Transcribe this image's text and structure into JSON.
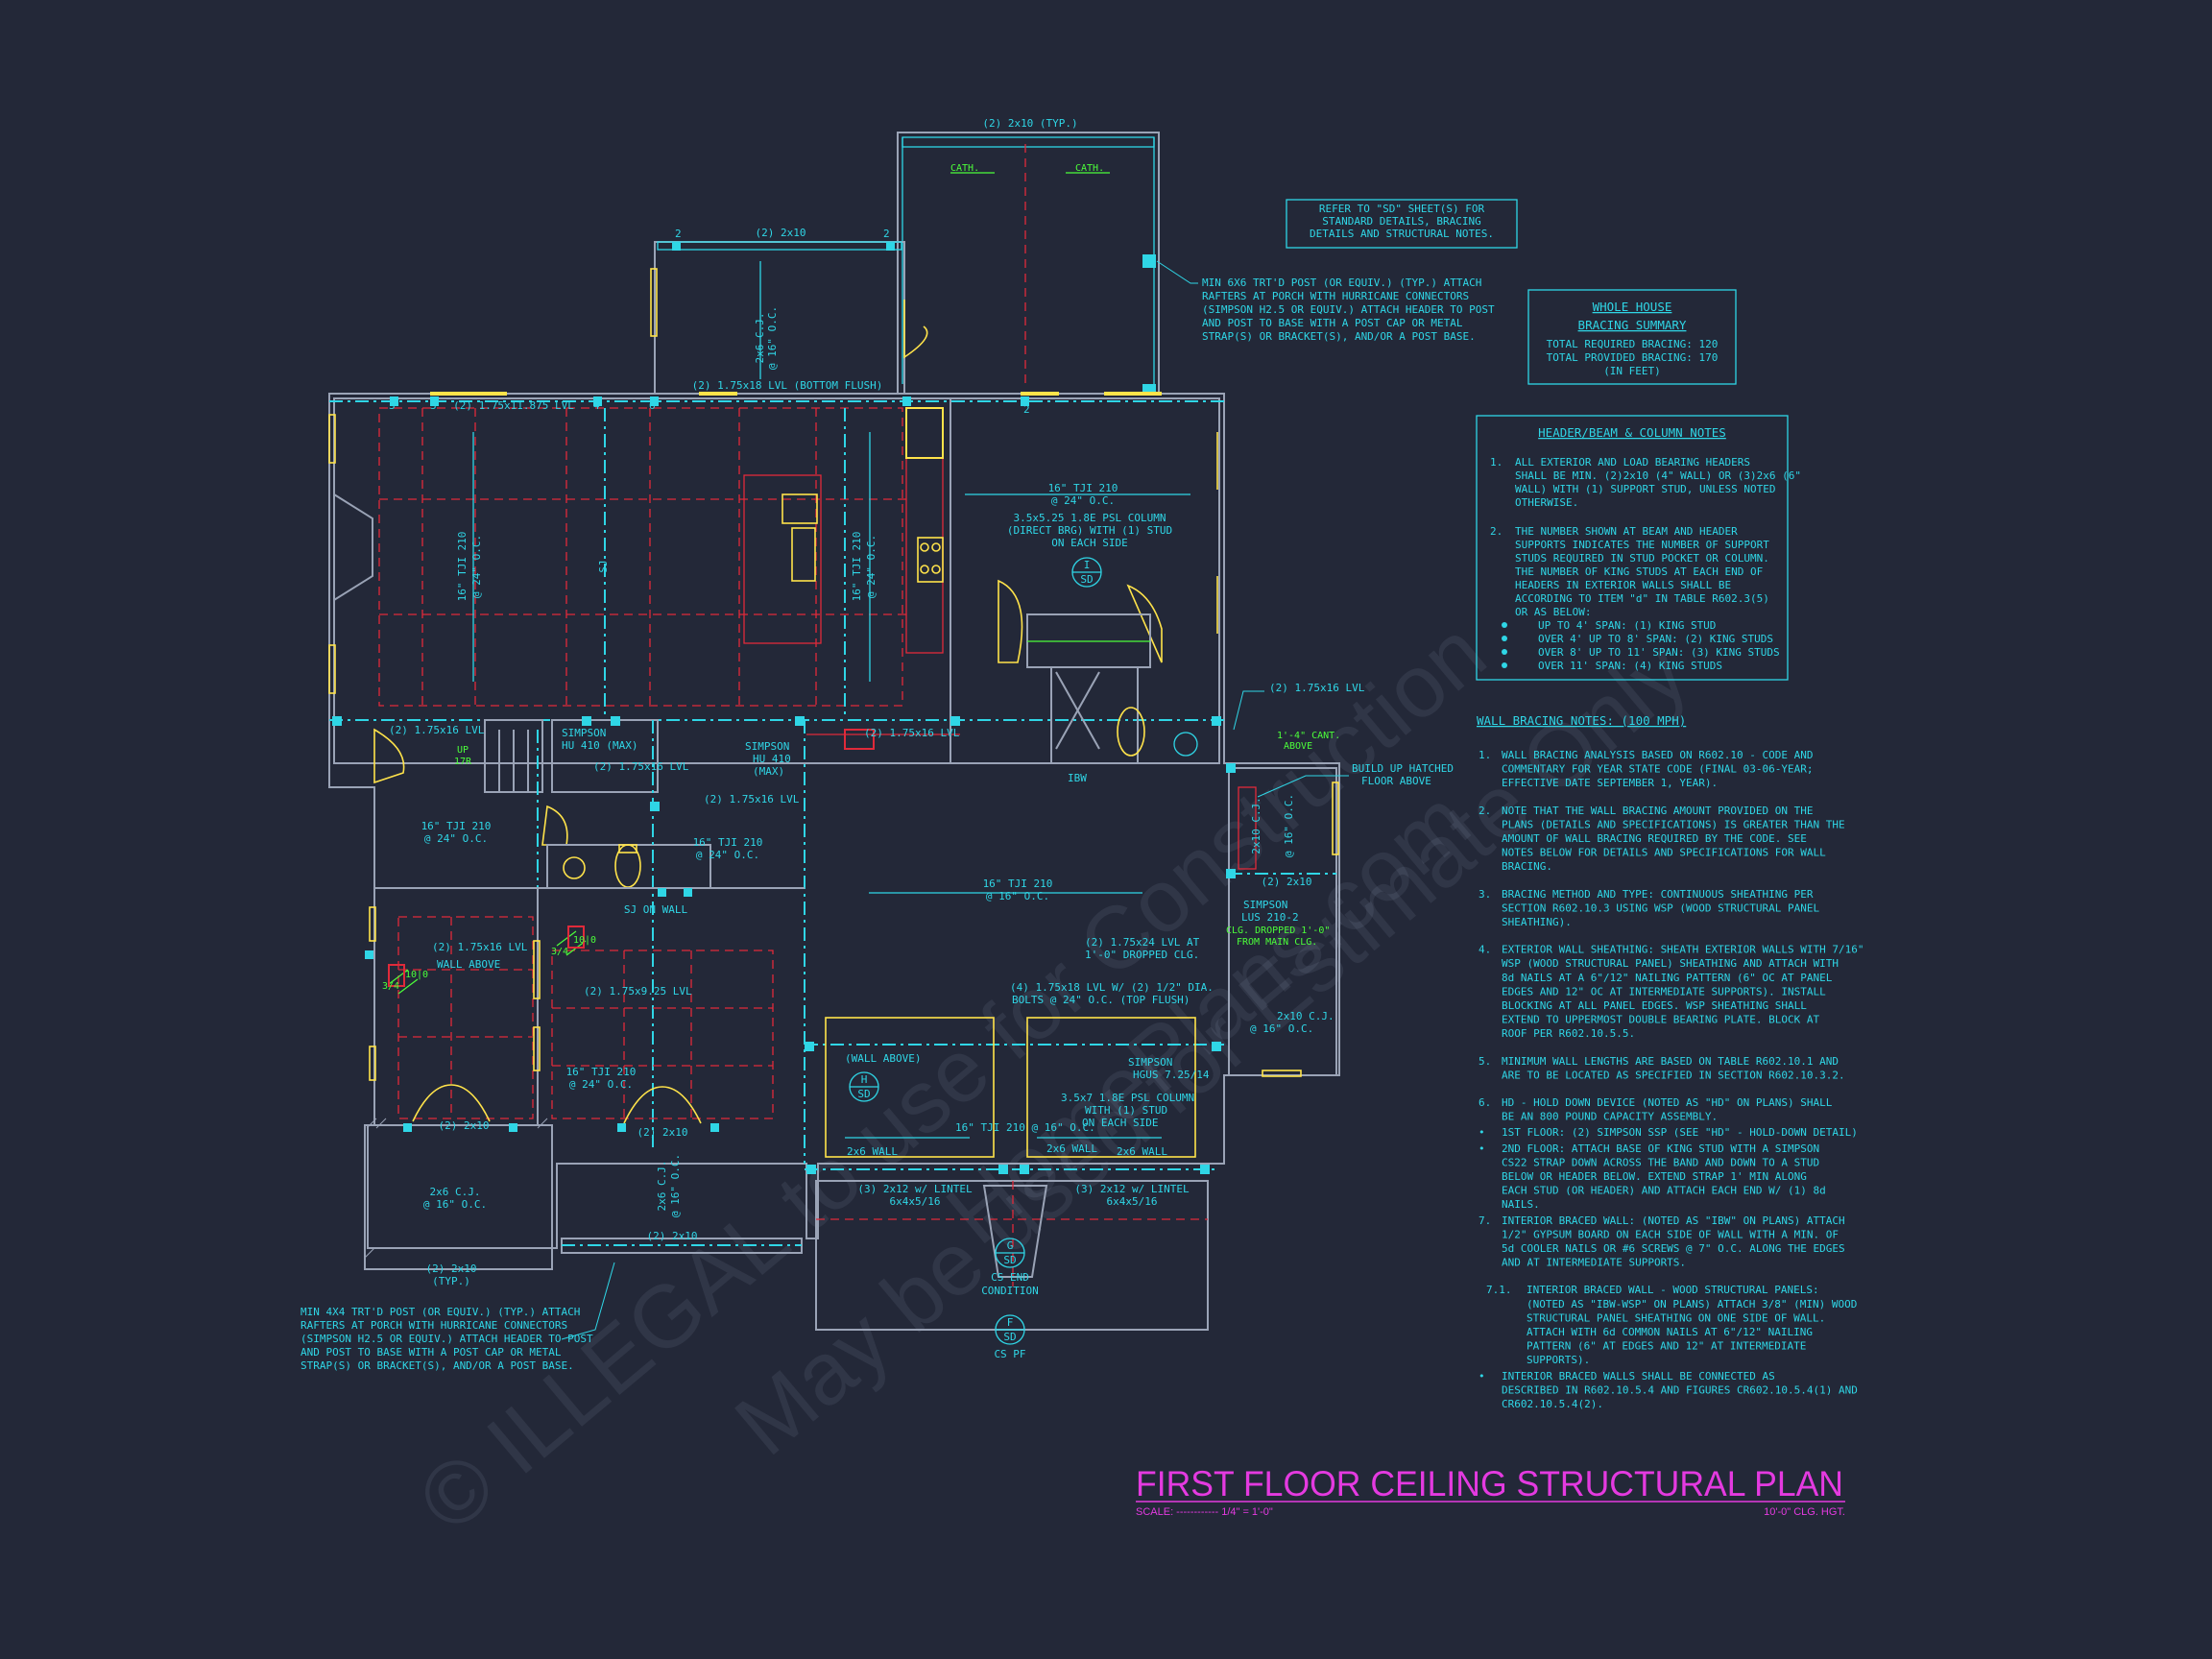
{
  "drawing": {
    "title": "FIRST FLOOR CEILING STRUCTURAL PLAN",
    "scale_label": "SCALE: ------------ 1/4\" = 1'-0\"",
    "ceiling_height": "10'-0\" CLG. HGT."
  },
  "watermark": {
    "line1": "© ILLEGAL to use for Construction",
    "line2": "May be used for Estimate Only",
    "line3": "HomePlans.com"
  },
  "sd_note": [
    "REFER TO \"SD\" SHEET(S) FOR",
    "STANDARD DETAILS, BRACING",
    "DETAILS AND STRUCTURAL NOTES."
  ],
  "bracing_summary": {
    "title_1": "WHOLE HOUSE",
    "title_2": "BRACING SUMMARY",
    "required": "TOTAL REQUIRED BRACING: 120",
    "provided": "TOTAL PROVIDED BRACING: 170",
    "units": "(IN FEET)"
  },
  "header_notes": {
    "title": "HEADER/BEAM & COLUMN NOTES",
    "n1_num": "1.",
    "n1": [
      "ALL EXTERIOR AND LOAD BEARING HEADERS",
      "SHALL BE MIN. (2)2x10 (4\" WALL) OR (3)2x6 (6\"",
      "WALL) WITH (1) SUPPORT STUD, UNLESS NOTED",
      "OTHERWISE."
    ],
    "n2_num": "2.",
    "n2": [
      "THE NUMBER SHOWN AT BEAM AND HEADER",
      "SUPPORTS INDICATES THE NUMBER OF SUPPORT",
      "STUDS REQUIRED IN STUD POCKET OR COLUMN.",
      "THE NUMBER OF KING STUDS AT EACH END OF",
      "HEADERS IN EXTERIOR WALLS SHALL BE",
      "ACCORDING TO ITEM \"d\" IN TABLE R602.3(5)",
      "OR AS BELOW:"
    ],
    "bullets": [
      "UP TO 4' SPAN: (1) KING STUD",
      "OVER 4' UP TO 8' SPAN: (2) KING STUDS",
      "OVER 8' UP TO 11' SPAN: (3) KING STUDS",
      "OVER 11' SPAN: (4) KING STUDS"
    ]
  },
  "wall_notes": {
    "title": "WALL BRACING NOTES: (100 MPH)",
    "items": [
      {
        "num": "1.",
        "lines": [
          "WALL BRACING ANALYSIS BASED ON R602.10 - CODE AND",
          "COMMENTARY FOR YEAR STATE CODE (FINAL 03-06-YEAR;",
          "EFFECTIVE DATE SEPTEMBER 1, YEAR)."
        ]
      },
      {
        "num": "2.",
        "lines": [
          "NOTE THAT THE WALL BRACING AMOUNT PROVIDED ON THE",
          "PLANS (DETAILS AND SPECIFICATIONS) IS GREATER THAN THE",
          "AMOUNT OF WALL BRACING REQUIRED BY THE CODE. SEE",
          "NOTES BELOW FOR DETAILS AND SPECIFICATIONS FOR WALL",
          "BRACING."
        ]
      },
      {
        "num": "3.",
        "lines": [
          "BRACING METHOD AND TYPE: CONTINUOUS SHEATHING PER",
          "SECTION R602.10.3 USING WSP (WOOD STRUCTURAL PANEL",
          "SHEATHING)."
        ]
      },
      {
        "num": "4.",
        "lines": [
          "EXTERIOR WALL SHEATHING: SHEATH EXTERIOR WALLS WITH 7/16\"",
          "WSP (WOOD STRUCTURAL PANEL) SHEATHING AND ATTACH WITH",
          "8d NAILS AT A 6\"/12\" NAILING PATTERN (6\" OC AT PANEL",
          "EDGES AND 12\" OC AT INTERMEDIATE SUPPORTS). INSTALL",
          "BLOCKING AT ALL PANEL EDGES. WSP SHEATHING SHALL",
          "EXTEND TO UPPERMOST DOUBLE BEARING PLATE. BLOCK AT",
          "ROOF PER R602.10.5.5."
        ]
      },
      {
        "num": "5.",
        "lines": [
          "MINIMUM WALL LENGTHS ARE BASED ON TABLE R602.10.1 AND",
          "ARE TO BE LOCATED AS SPECIFIED IN SECTION R602.10.3.2."
        ]
      },
      {
        "num": "6.",
        "lines": [
          "HD - HOLD DOWN DEVICE (NOTED AS \"HD\" ON PLANS) SHALL",
          "BE AN 800 POUND CAPACITY ASSEMBLY."
        ]
      },
      {
        "num": "•",
        "lines": [
          "1ST FLOOR: (2) SIMPSON SSP (SEE \"HD\" - HOLD-DOWN DETAIL)"
        ]
      },
      {
        "num": "•",
        "lines": [
          "2ND FLOOR: ATTACH BASE OF KING STUD WITH A SIMPSON",
          "CS22 STRAP DOWN ACROSS THE BAND AND DOWN TO A STUD",
          "BELOW OR HEADER BELOW. EXTEND STRAP 1' MIN ALONG",
          "EACH STUD (OR HEADER) AND ATTACH EACH END W/ (1) 8d",
          "NAILS."
        ]
      },
      {
        "num": "7.",
        "lines": [
          "INTERIOR BRACED WALL: (NOTED AS \"IBW\" ON PLANS) ATTACH",
          "1/2\" GYPSUM BOARD ON EACH SIDE OF WALL WITH A MIN. OF",
          "5d COOLER NAILS OR #6 SCREWS @ 7\" O.C. ALONG THE EDGES",
          "AND AT INTERMEDIATE SUPPORTS."
        ]
      },
      {
        "num": "7.1.",
        "lines": [
          "INTERIOR BRACED WALL - WOOD STRUCTURAL PANELS:",
          "(NOTED AS \"IBW-WSP\" ON PLANS) ATTACH 3/8\" (MIN) WOOD",
          "STRUCTURAL PANEL SHEATHING ON ONE SIDE OF WALL.",
          "ATTACH WITH 6d COMMON NAILS AT 6\"/12\" NAILING",
          "PATTERN (6\" AT EDGES AND 12\" AT INTERMEDIATE",
          "SUPPORTS)."
        ]
      },
      {
        "num": "•",
        "lines": [
          "INTERIOR BRACED WALLS SHALL BE CONNECTED AS",
          "DESCRIBED IN R602.10.5.4 AND FIGURES CR602.10.5.4(1) AND",
          "CR602.10.5.4(2)."
        ]
      }
    ]
  },
  "porch_notes": {
    "top": [
      "MIN 6X6 TRT'D POST (OR EQUIV.) (TYP.) ATTACH",
      "RAFTERS AT PORCH WITH HURRICANE CONNECTORS",
      "(SIMPSON H2.5 OR EQUIV.) ATTACH HEADER TO POST",
      "AND POST TO BASE WITH A POST CAP OR METAL",
      "STRAP(S) OR BRACKET(S), AND/OR A POST BASE."
    ],
    "bottom": [
      "MIN 4X4 TRT'D POST (OR EQUIV.) (TYP.) ATTACH",
      "RAFTERS AT PORCH WITH HURRICANE CONNECTORS",
      "(SIMPSON H2.5 OR EQUIV.) ATTACH HEADER TO POST",
      "AND POST TO BASE WITH A POST CAP OR METAL",
      "STRAP(S) OR BRACKET(S), AND/OR A POST BASE."
    ]
  },
  "plan_labels": {
    "top_2x10_typ": "(2) 2x10 (TYP.)",
    "cath_l": "CATH.",
    "cath_r": "CATH.",
    "porch_2x10": "(2) 2x10",
    "num_2a": "2",
    "num_2b": "2",
    "num_2c": "2",
    "porch_cj": "2x6 C.J.",
    "porch_cj_oc": "@ 16\" O.C.",
    "lvl_bottom_flush": "(2) 1.75x18 LVL (BOTTOM FLUSH)",
    "lvl_1175": "(2) 1.75x11.875 LVL",
    "num_3a": "3",
    "num_3b": "3",
    "num_4a": "4",
    "num_6a": "6",
    "tji_a": "16\" TJI 210",
    "tji_a_oc": "@ 24\" O.C.",
    "sj": "SJ",
    "tji_b": "16\" TJI 210",
    "tji_b_oc": "@ 24\" O.C.",
    "kitchen_tji": "16\" TJI 210",
    "kitchen_tji_oc": "@ 24\" O.C.",
    "psl_col_1": "3.5x5.25 1.8E PSL COLUMN",
    "psl_col_2": "(DIRECT BRG) WITH (1) STUD",
    "psl_col_3": "ON EACH SIDE",
    "sd_i_top": "I",
    "sd_i_bot": "SD",
    "lvl16_right": "(2) 1.75x16 LVL",
    "cant": "1'-4\" CANT.",
    "cant_above": "ABOVE",
    "build_up_1": "BUILD UP HATCHED",
    "build_up_2": "FLOOR ABOVE",
    "lvl16_left": "(2) 1.75x16 LVL",
    "up_label": "UP",
    "tr_label": "17R",
    "simpson_hu_1": "SIMPSON",
    "simpson_hu_2": "HU 410 (MAX)",
    "lvl16_mid": "(2) 1.75x16 LVL",
    "simpson_hu410": "SIMPSON",
    "hu410_b": "HU 410",
    "hu410_max": "(MAX)",
    "lvl16_c": "(2) 1.75x16 LVL",
    "lvl16_d": "(2) 1.75x16 LVL",
    "ibw": "IBW",
    "tji_c": "16\" TJI 210",
    "tji_c_oc": "@ 24\" O.C.",
    "tji_d": "16\" TJI 210",
    "tji_d_oc": "@ 24\" O.C.",
    "sj_on_wall": "SJ ON WALL",
    "tji_e": "16\" TJI 210",
    "tji_e_oc": "@ 16\" O.C.",
    "cj_right": "2x10 C.J.",
    "cj_right_oc": "@ 16\" O.C.",
    "two_2x10": "(2) 2x10",
    "simpson_lus_1": "SIMPSON",
    "simpson_lus_2": "LUS 210-2",
    "clg_dropped_1": "CLG. DROPPED 1'-0\"",
    "clg_dropped_2": "FROM MAIN CLG.",
    "lvl_dropped_1": "(2) 1.75x24 LVL AT",
    "lvl_dropped_2": "1'-0\" DROPPED CLG.",
    "bolts_1": "(4) 1.75x18 LVL W/ (2) 1/2\" DIA.",
    "bolts_2": "BOLTS @ 24\" O.C. (TOP FLUSH)",
    "wall_above_a": "(2) 1.75x16 LVL",
    "wall_above_b": "WALL ABOVE",
    "lvl9": "(2) 1.75x9.25 LVL",
    "g10a": "10|0",
    "g10b": "10|0",
    "g34a": "3/4",
    "g34b": "3/4",
    "tji_f": "16\" TJI 210",
    "tji_f_oc": "@ 24\" O.C.",
    "wall_above_label": "(WALL ABOVE)",
    "sd_h_top": "H",
    "sd_h_bot": "SD",
    "simpson_hgus_1": "SIMPSON",
    "simpson_hgus_2": "HGUS 7.25/14",
    "psl_col_b1": "3.5x7 1.8E PSL COLUMN",
    "psl_col_b2": "WITH (1) STUD",
    "psl_col_b3": "ON EACH SIDE",
    "tji_g": "16\" TJI 210 @ 16\" O.C.",
    "cj_right2": "2x10 C.J.",
    "cj_right2_oc": "@ 16\" O.C.",
    "wall_2x6_a": "2x6 WALL",
    "wall_2x6_b": "2x6 WALL",
    "wall_2x6_c": "2x6 WALL",
    "lintel_a": "(3) 2x12 w/ LINTEL",
    "lintel_a2": "6x4x5/16",
    "lintel_b": "(3) 2x12 w/ LINTEL",
    "lintel_b2": "6x4x5/16",
    "porch_l_2x10": "(2) 2x10",
    "porch_m_2x10": "(2) 2x10",
    "porch_bottom_2x10": "(2) 2x10",
    "porch_bottom_typ": "(2) 2x10",
    "porch_typ": "(TYP.)",
    "porch_l_cj": "2x6 C.J.",
    "porch_l_cj_oc": "@ 16\" O.C.",
    "porch_m_cj": "2x6 C.J.",
    "porch_m_cj_oc": "@ 16\" O.C.",
    "sd_g_top": "G",
    "sd_g_bot": "SD",
    "cs_end": "CS END",
    "condition": "CONDITION",
    "sd_f_top": "F",
    "sd_f_bot": "SD",
    "cs_pf": "CS PF"
  },
  "colors": {
    "background": "#232838",
    "cyan": "#2fd6e6",
    "red": "#e02a3a",
    "yellow": "#ffe34a",
    "green": "#4cff3a",
    "magenta": "#e43ae0",
    "wall_gray": "#9aa3b6"
  }
}
